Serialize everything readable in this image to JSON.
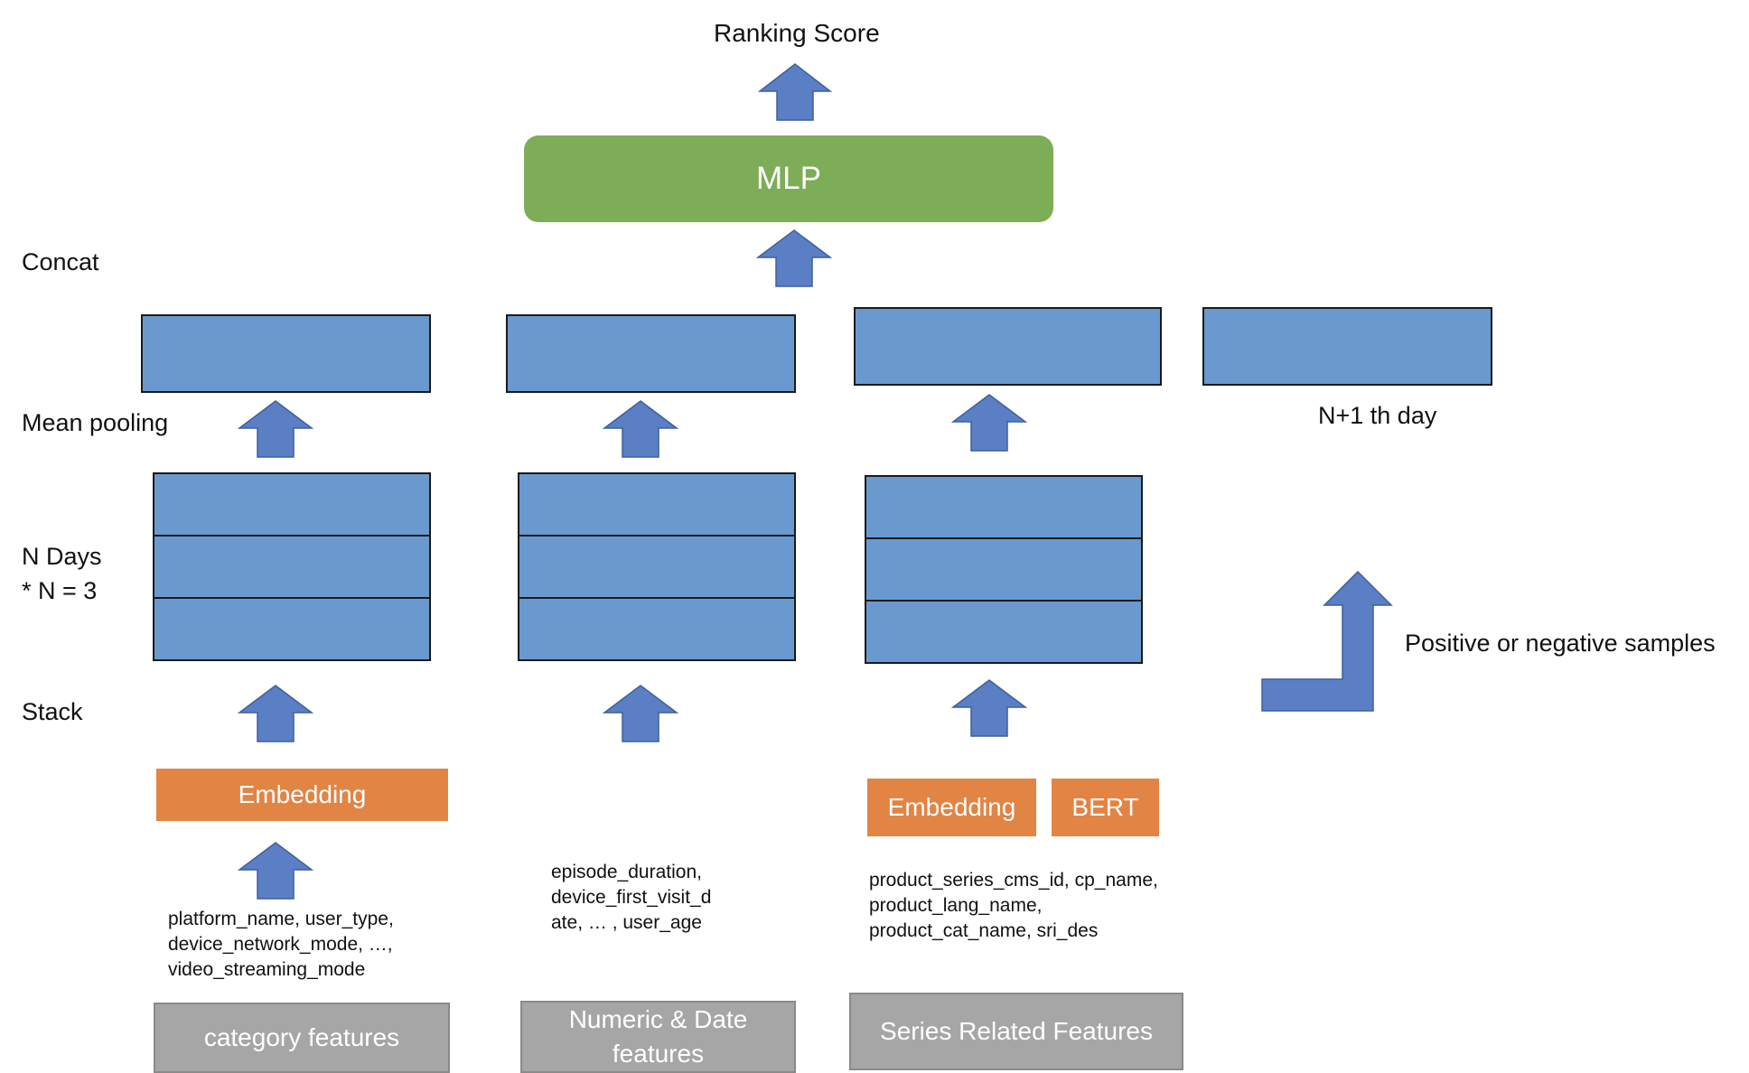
{
  "title": "Ranking Score",
  "mlp_label": "MLP",
  "stage_labels": {
    "concat": "Concat",
    "mean_pooling": "Mean pooling",
    "n_days": "N Days",
    "n_equals": "* N = 3",
    "stack": "Stack"
  },
  "n_plus_one_label": "N+1 th day",
  "samples_label": "Positive or negative  samples",
  "columns": {
    "category": {
      "embedding_label": "Embedding",
      "features_text": "platform_name, user_type,\ndevice_network_mode, …,\nvideo_streaming_mode",
      "source_label": "category features"
    },
    "numeric": {
      "features_text": "episode_duration,\ndevice_first_visit_d\nate, … , user_age",
      "source_label": "Numeric & Date\nfeatures"
    },
    "series": {
      "embedding_label": "Embedding",
      "bert_label": "BERT",
      "features_text": "product_series_cms_id, cp_name,\nproduct_lang_name,\nproduct_cat_name, sri_des",
      "source_label": "Series Related Features"
    }
  },
  "colors": {
    "blue_box": "#6a99cf",
    "arrow": "#5b7fc5",
    "orange": "#e28444",
    "green": "#7dad56",
    "gray": "#a6a6a6"
  }
}
